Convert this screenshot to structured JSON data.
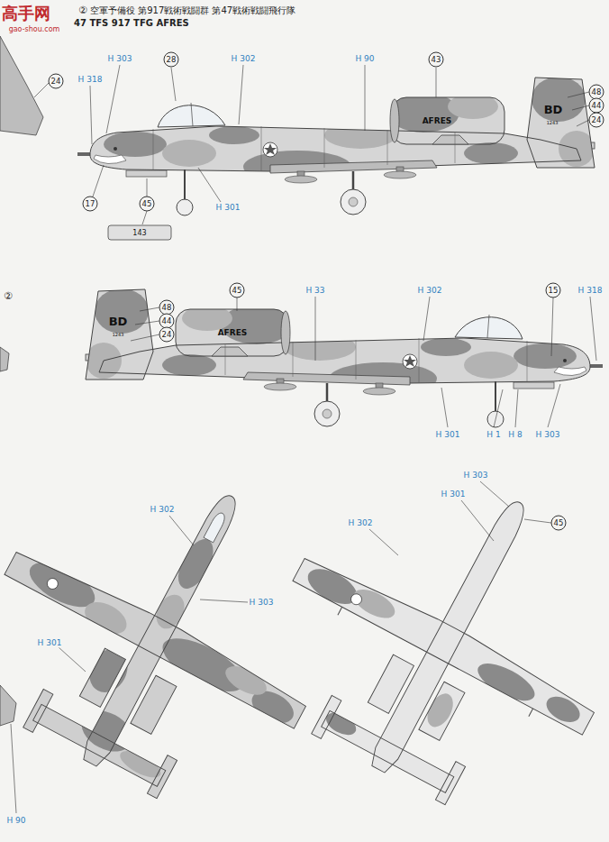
{
  "diagram": {
    "title": "空軍予備役 第917戦術戦闘群 第47戦術戦闘飛行隊",
    "labels": [
      "高手网",
      "gao-shou.com",
      "②",
      "47 TFS 917 TFG AFRES",
      "H 303",
      "28",
      "H 302",
      "H 90",
      "43",
      "H 318",
      "24",
      "BD",
      "1243",
      "48",
      "44",
      "24",
      "AFRES",
      "17",
      "45",
      "143",
      "H 301",
      "②",
      "48",
      "44",
      "24",
      "45",
      "H 33",
      "H 302",
      "15",
      "H 318",
      "BD",
      "1243",
      "AFRES",
      "H 301",
      "H 1",
      "H 8",
      "H 303",
      "H 302",
      "H 303",
      "H 301",
      "H 90",
      "H 303",
      "H 301",
      "H 302",
      "45"
    ]
  }
}
